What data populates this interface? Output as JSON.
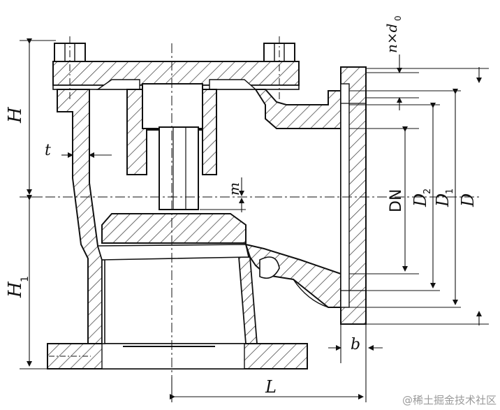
{
  "drawing": {
    "labels": {
      "H": "H",
      "H1_main": "H",
      "H1_sub": "1",
      "t": "t",
      "m": "m",
      "bolt_holes": "n×d",
      "bolt_holes_sub": "0",
      "DN": "DN",
      "D2_main": "D",
      "D2_sub": "2",
      "D1_main": "D",
      "D1_sub": "1",
      "D": "D",
      "b": "b",
      "L": "L"
    },
    "watermark": "@稀土掘金技术社区",
    "colors": {
      "line": "#111111",
      "hatch": "#333333",
      "watermark": "#9a9a9a"
    }
  }
}
